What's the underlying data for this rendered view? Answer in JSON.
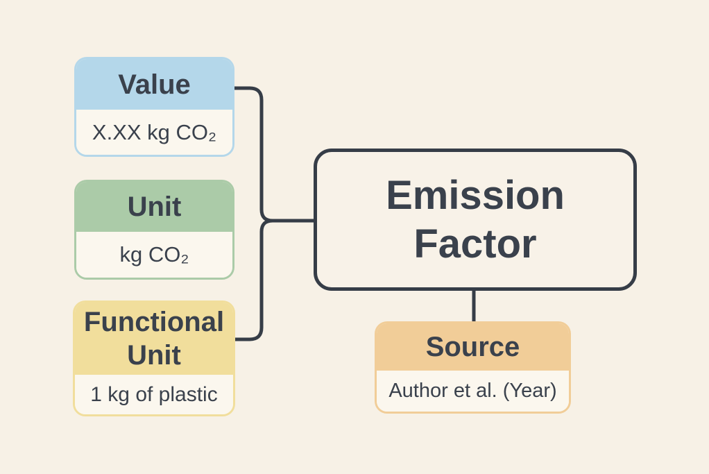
{
  "diagram": {
    "center": {
      "label": "Emission Factor"
    },
    "nodes": [
      {
        "id": "value",
        "title": "Value",
        "value": "X.XX kg CO₂",
        "accent": "#B4D7EA"
      },
      {
        "id": "unit",
        "title": "Unit",
        "value": "kg CO₂",
        "accent": "#ABCBA8"
      },
      {
        "id": "functional-unit",
        "title": "Functional Unit",
        "value": "1 kg of plastic",
        "accent": "#F1DE9C"
      },
      {
        "id": "source",
        "title": "Source",
        "value": "Author et al. (Year)",
        "accent": "#F1CD98"
      }
    ],
    "colors": {
      "background": "#F7F1E6",
      "card_body": "#FBF7EE",
      "connector_line": "#363D47",
      "text": "#3A414C"
    }
  }
}
